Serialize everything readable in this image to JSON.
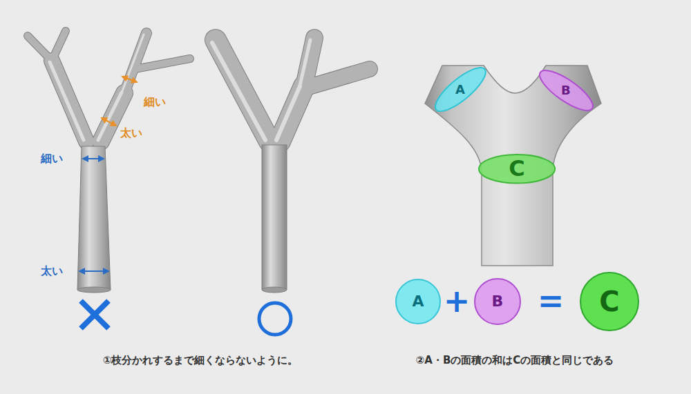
{
  "diagram": {
    "nodes": [
      {
        "text": [
          "A"
        ]
      },
      {
        "text": [
          "B"
        ]
      },
      {
        "text": [
          "C"
        ]
      },
      {
        "text": [
          "A"
        ]
      },
      {
        "text": [
          "B"
        ]
      },
      {
        "text": [
          "C"
        ]
      }
    ],
    "labels": [
      "細い",
      "太い",
      "細い",
      "太い",
      "+",
      "=",
      "①枝分かれするまで細くならないように。",
      "②A・Bの面積の和はCの面積と同じである"
    ]
  }
}
